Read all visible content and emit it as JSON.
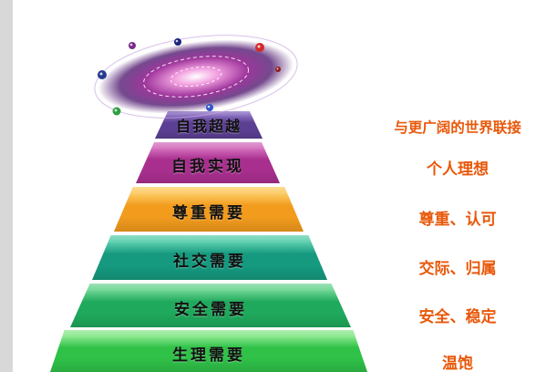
{
  "pyramid": {
    "levels": [
      {
        "label": "自我超越",
        "right_label": "与更广阔的世界联接",
        "color": "#5b3f93",
        "light": "#8a6fc0"
      },
      {
        "label": "自我实现",
        "right_label": "个人理想",
        "color": "#a92f8f",
        "light": "#d470bd"
      },
      {
        "label": "尊重需要",
        "right_label": "尊重、认可",
        "color": "#f29b1d",
        "light": "#fccb62"
      },
      {
        "label": "社交需要",
        "right_label": "交际、归属",
        "color": "#159a7f",
        "light": "#5ccfae"
      },
      {
        "label": "安全需要",
        "right_label": "安全、稳定",
        "color": "#1fa95c",
        "light": "#6fd694"
      },
      {
        "label": "生理需要",
        "right_label": "温饱",
        "color": "#2fc148",
        "light": "#8ae88d"
      }
    ]
  },
  "colors": {
    "right_label": "#e8580a",
    "label_text": "#111111",
    "background": "#ffffff",
    "left_strip": "#d8d8d8"
  },
  "icons": {
    "galaxy": "galaxy-spiral-graphic"
  }
}
